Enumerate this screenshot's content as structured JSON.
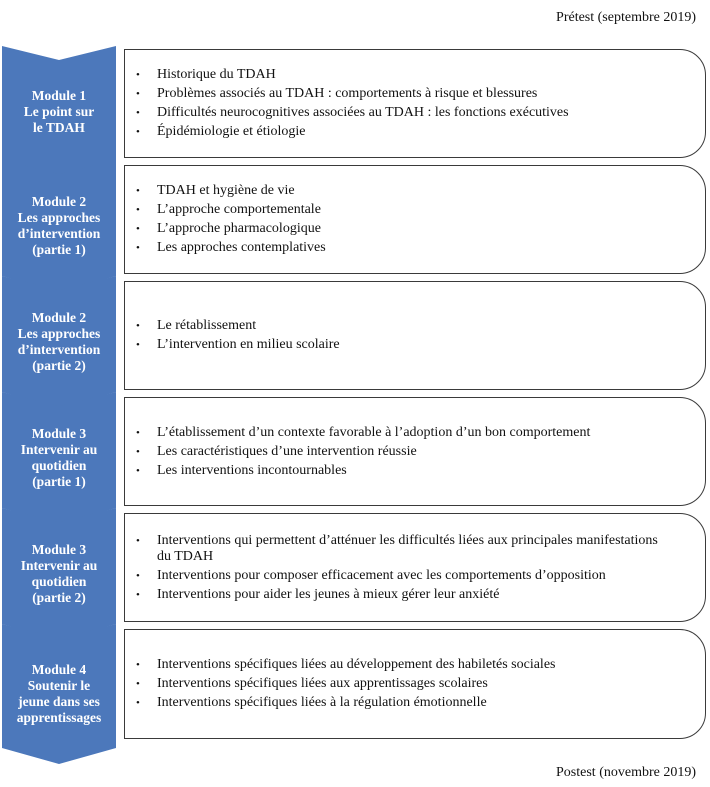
{
  "pretest": "Prétest (septembre 2019)",
  "posttest": "Postest (novembre 2019)",
  "modules": [
    {
      "label": "Module 1\nLe point sur\nle TDAH",
      "items": [
        "Historique du TDAH",
        "Problèmes associés au TDAH : comportements à risque et blessures",
        "Difficultés neurocognitives associées au TDAH : les fonctions exécutives",
        "Épidémiologie et étiologie"
      ]
    },
    {
      "label": "Module 2\nLes approches\nd’intervention\n(partie 1)",
      "items": [
        "TDAH et hygiène de vie",
        "L’approche comportementale",
        "L’approche pharmacologique",
        "Les approches contemplatives"
      ]
    },
    {
      "label": "Module 2\nLes approches\nd’intervention\n(partie 2)",
      "items": [
        "Le rétablissement",
        "L’intervention en milieu scolaire"
      ]
    },
    {
      "label": "Module 3\nIntervenir au\nquotidien\n(partie 1)",
      "items": [
        "L’établissement d’un contexte favorable à l’adoption d’un bon comportement",
        "Les caractéristiques d’une intervention réussie",
        "Les interventions incontournables"
      ]
    },
    {
      "label": "Module 3\nIntervenir au\nquotidien\n(partie 2)",
      "items": [
        "Interventions qui permettent d’atténuer les difficultés liées aux principales manifestations du TDAH",
        "Interventions pour composer efficacement avec les comportements d’opposition",
        "Interventions pour aider les jeunes à mieux gérer leur anxiété"
      ]
    },
    {
      "label": "Module 4\nSoutenir le\njeune dans ses\napprentissages",
      "items": [
        "Interventions spécifiques liées au développement des habiletés sociales",
        "Interventions spécifiques liées aux apprentissages scolaires",
        "Interventions spécifiques liées à la régulation émotionnelle"
      ]
    }
  ]
}
